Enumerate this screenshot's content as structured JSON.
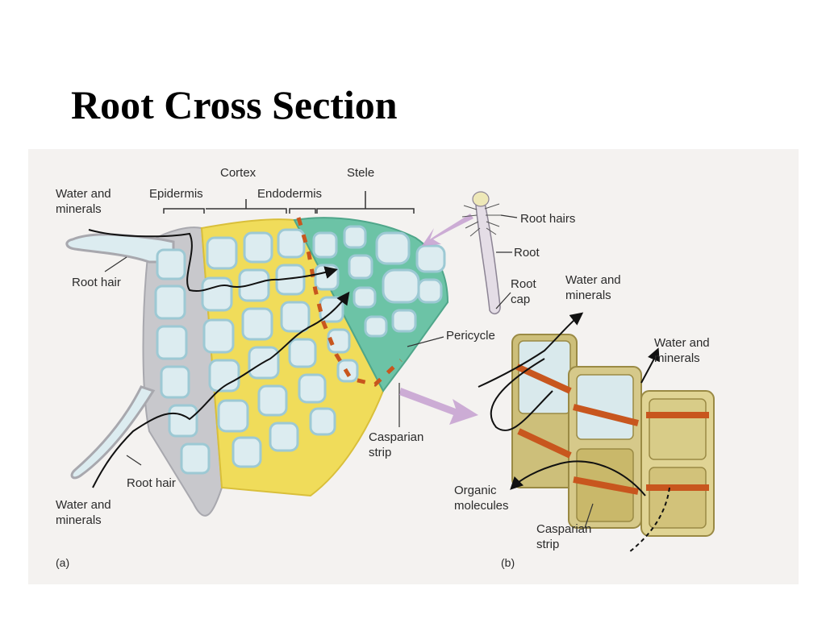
{
  "title": "Root Cross Section",
  "colors": {
    "cell_fill": "#dcecf0",
    "cell_wall": "#9dc9d4",
    "epidermis": "#c8c8cc",
    "cortex": "#f0dc5a",
    "stele": "#6cc3a6",
    "casparian_strip": "#c8561e",
    "endodermis_cell": "#cdbf7a",
    "path_line": "#111111",
    "arrow_lavender": "#c8a4d2"
  },
  "icons": [
    "arrow-icon"
  ],
  "diagram": {
    "panel_a": {
      "panel_label": "(a)",
      "labels": {
        "cortex": "Cortex",
        "stele": "Stele",
        "epidermis": "Epidermis",
        "endodermis": "Endodermis",
        "water_minerals_top": "Water and\nminerals",
        "root_hair_top": "Root hair",
        "pericycle": "Pericycle",
        "casparian_strip": "Casparian\nstrip",
        "root_hair_bottom": "Root hair",
        "water_minerals_bottom": "Water and\nminerals"
      }
    },
    "inset": {
      "root_hairs": "Root hairs",
      "root": "Root",
      "root_cap": "Root\ncap"
    },
    "panel_b": {
      "panel_label": "(b)",
      "labels": {
        "water_minerals_left": "Water and\nminerals",
        "water_minerals_right": "Water and\nminerals",
        "organic_molecules": "Organic\nmolecules",
        "casparian_strip": "Casparian\nstrip"
      }
    }
  }
}
